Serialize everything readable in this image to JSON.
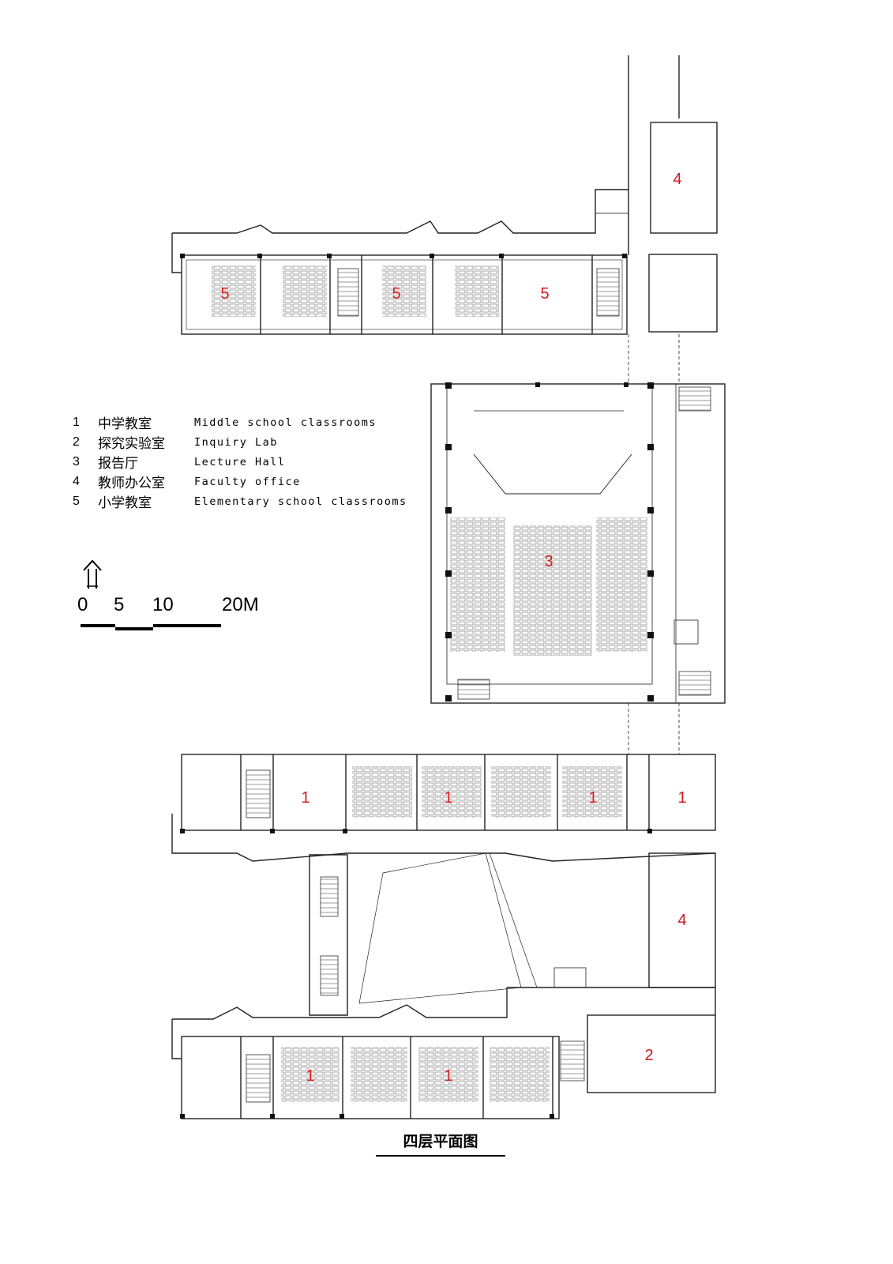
{
  "legend": {
    "items": [
      {
        "num": "1",
        "zh": "中学教室",
        "en": "Middle school classrooms"
      },
      {
        "num": "2",
        "zh": "探究实验室",
        "en": "Inquiry Lab"
      },
      {
        "num": "3",
        "zh": "报告厅",
        "en": "Lecture Hall"
      },
      {
        "num": "4",
        "zh": "教师办公室",
        "en": "Faculty office"
      },
      {
        "num": "5",
        "zh": "小学教室",
        "en": "Elementary school classrooms"
      }
    ]
  },
  "scale_bar": {
    "labels": [
      "0",
      "5",
      "10",
      "20M"
    ]
  },
  "room_labels": {
    "elementary_1": "5",
    "elementary_2": "5",
    "elementary_3": "5",
    "faculty_north": "4",
    "lecture_hall": "3",
    "middle_1": "1",
    "middle_2": "1",
    "middle_3": "1",
    "middle_4": "1",
    "faculty_east": "4",
    "middle_5": "1",
    "middle_6": "1",
    "lab": "2"
  },
  "plan_title": "四层平面图",
  "colors": {
    "room_label": "#d11919",
    "line": "#222222"
  }
}
